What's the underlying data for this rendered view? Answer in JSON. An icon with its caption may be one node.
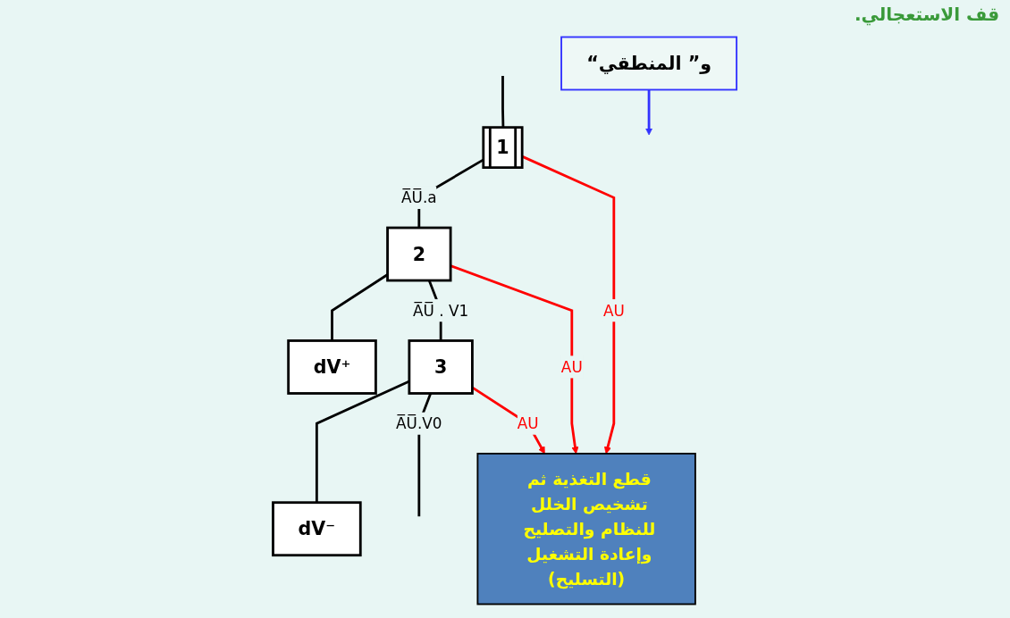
{
  "diagram": {
    "nodes": [
      {
        "text": [
          "1"
        ]
      },
      {
        "text": [
          "2"
        ]
      },
      {
        "text": [
          "dV⁺"
        ]
      },
      {
        "text": [
          "3"
        ]
      },
      {
        "text": [
          "dV⁻"
        ]
      },
      {
        "text": [
          "“و” المنطقي"
        ]
      },
      {
        "text": [
          "قطع التغذية ثم تشخيص الخلل للنظام والتصليح وإعادة التشغيل (التسليح)"
        ]
      }
    ],
    "edges": [
      {
        "from": null,
        "to": 0,
        "arrow": "none"
      },
      {
        "from": 0,
        "to": 1,
        "arrow": "none",
        "label": "A̅U̅.a"
      },
      {
        "from": 1,
        "to": 2,
        "arrow": "none"
      },
      {
        "from": 1,
        "to": 3,
        "arrow": "none",
        "label": "A̅U̅ . V1"
      },
      {
        "from": 3,
        "to": 4,
        "arrow": "none"
      },
      {
        "from": 3,
        "to": null,
        "arrow": "none",
        "label": "A̅U̅.V0"
      },
      {
        "from": 0,
        "to": 6,
        "arrow": "to",
        "label": "AU",
        "color": "#ff0000"
      },
      {
        "from": 1,
        "to": 6,
        "arrow": "to",
        "label": "AU",
        "color": "#ff0000"
      },
      {
        "from": 3,
        "to": 6,
        "arrow": "to",
        "label": "AU",
        "color": "#ff0000"
      },
      {
        "from": 5,
        "to": null,
        "arrow": "to",
        "color": "#3333ff"
      }
    ],
    "labels": [
      "قف الاستعجالي."
    ]
  }
}
